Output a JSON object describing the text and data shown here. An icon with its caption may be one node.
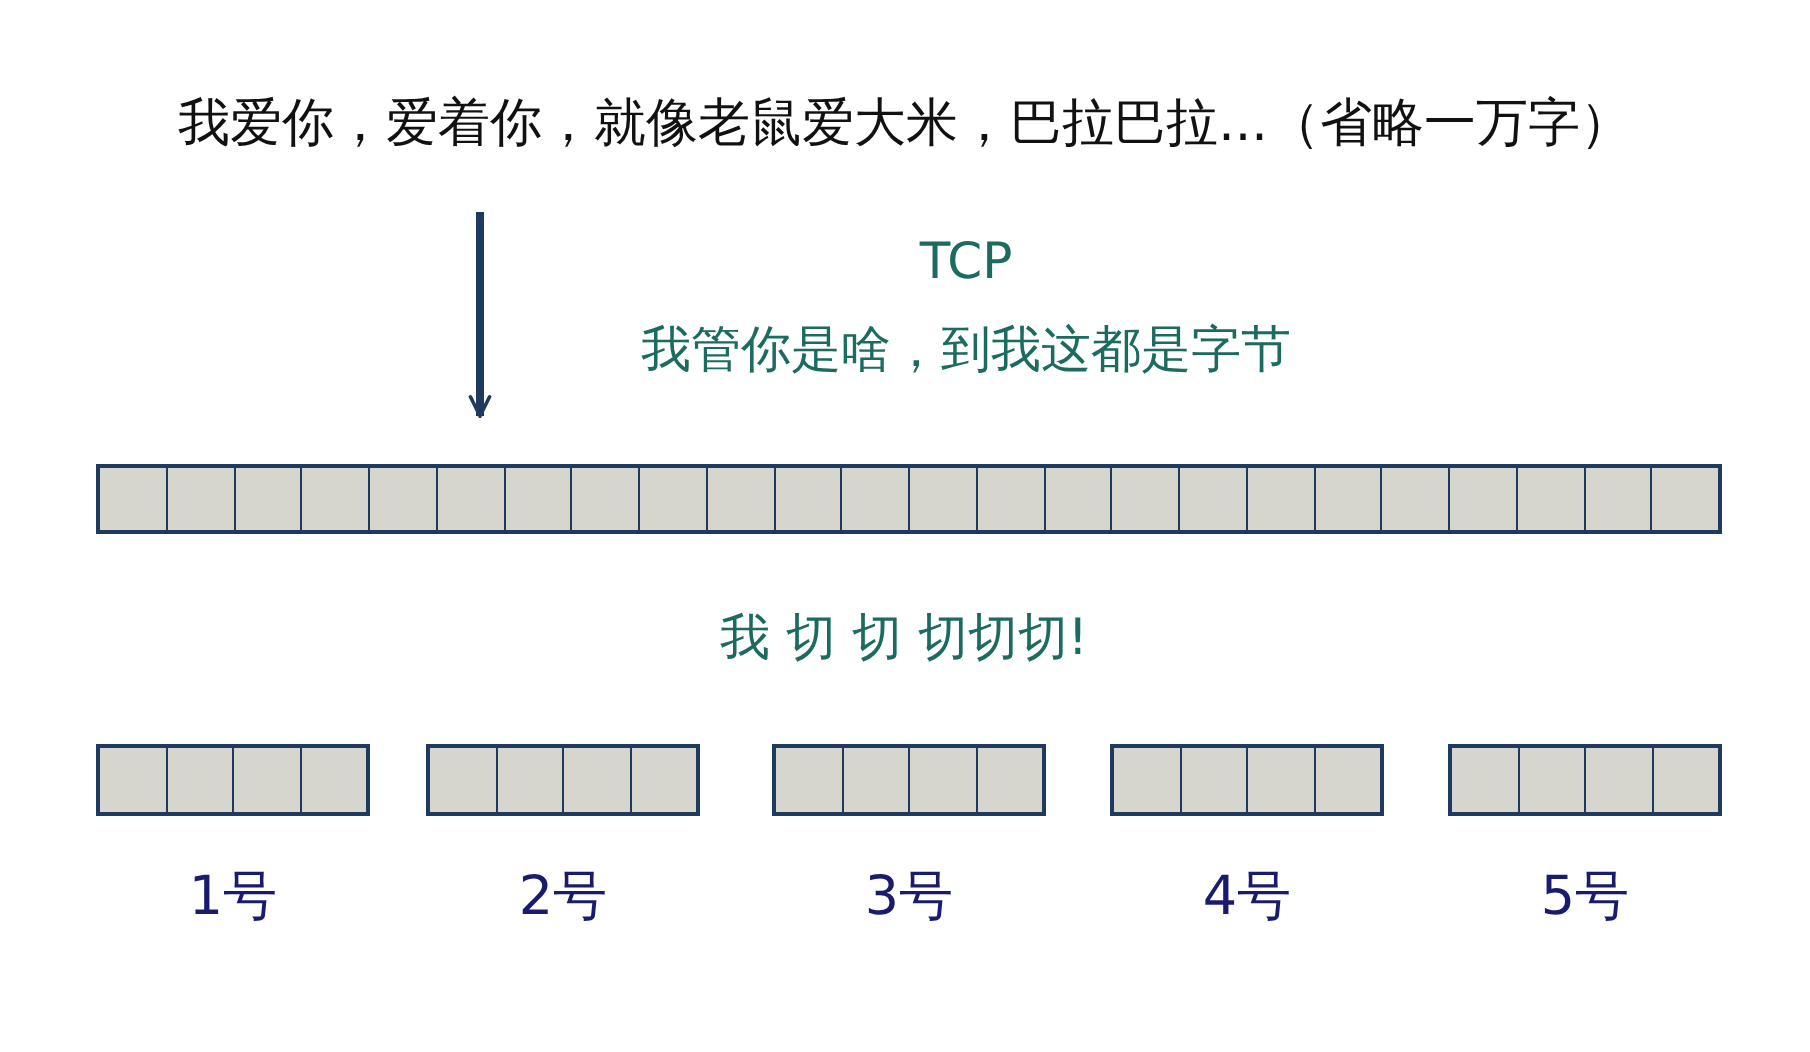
{
  "diagram": {
    "nodes": [
      {
        "text": [
          "我爱你，爱着你，就像老鼠爱大米，巴拉巴拉...（省略一万字）"
        ]
      },
      {
        "text": [],
        "shape": "bar"
      },
      {
        "text": [],
        "shape": "bar",
        "beside": [
          "1号"
        ]
      },
      {
        "text": [],
        "shape": "bar",
        "beside": [
          "2号"
        ]
      },
      {
        "text": [],
        "shape": "bar",
        "beside": [
          "3号"
        ]
      },
      {
        "text": [],
        "shape": "bar",
        "beside": [
          "4号"
        ]
      },
      {
        "text": [],
        "shape": "bar",
        "beside": [
          "5号"
        ]
      }
    ],
    "edges": [
      {
        "from": 0,
        "to": 1,
        "arrow": "to"
      }
    ],
    "labels": [
      "TCP",
      "我管你是啥，到我这都是字节",
      "我 切 切 切切切!"
    ]
  }
}
